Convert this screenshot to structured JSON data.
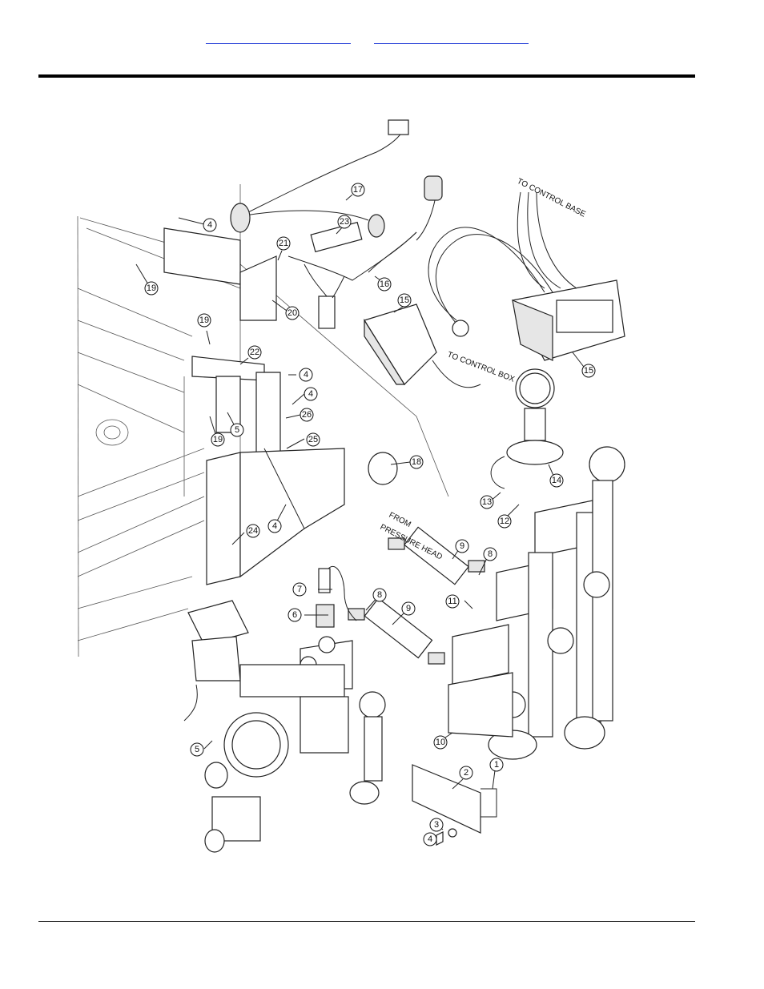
{
  "header": {
    "link_left": "",
    "link_right": ""
  },
  "diagram": {
    "annotations": {
      "to_control_base": "TO CONTROL BASE",
      "to_control_box": "TO CONTROL BOX",
      "from_pressure_head_1": "FROM",
      "from_pressure_head_2": "PRESSURE HEAD"
    },
    "callouts": [
      "4",
      "19",
      "21",
      "20",
      "23",
      "17",
      "16",
      "19",
      "22",
      "4",
      "4",
      "5",
      "19",
      "26",
      "25",
      "15",
      "15",
      "18",
      "14",
      "13",
      "12",
      "4",
      "24",
      "9",
      "8",
      "7",
      "8",
      "9",
      "11",
      "6",
      "10",
      "5",
      "2",
      "1",
      "3",
      "4"
    ]
  }
}
